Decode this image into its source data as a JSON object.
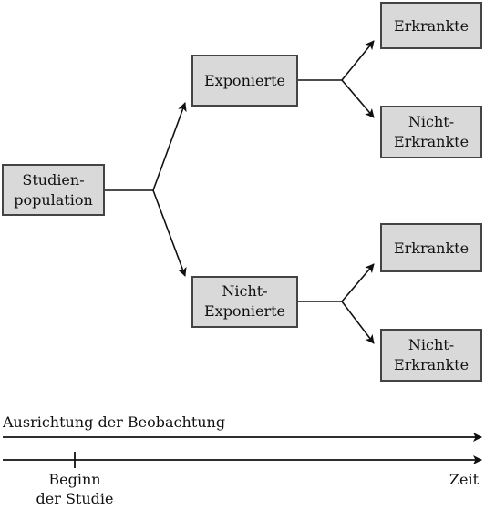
{
  "nodes": {
    "study_population": {
      "lines": [
        "Studien-",
        "population"
      ]
    },
    "exposed": {
      "lines": [
        "Exponierte"
      ]
    },
    "unexposed": {
      "lines": [
        "Nicht-",
        "Exponierte"
      ]
    },
    "exposed_diseased": {
      "lines": [
        "Erkrankte"
      ]
    },
    "exposed_not_diseased": {
      "lines": [
        "Nicht-",
        "Erkrankte"
      ]
    },
    "unexposed_diseased": {
      "lines": [
        "Erkrankte"
      ]
    },
    "unexposed_not_diseased": {
      "lines": [
        "Nicht-",
        "Erkrankte"
      ]
    }
  },
  "observation_direction_label": "Ausrichtung der Beobachtung",
  "timeline": {
    "start_label": [
      "Beginn",
      "der Studie"
    ],
    "end_label": "Zeit"
  },
  "colors": {
    "box_fill": "#d9d9d9",
    "box_stroke": "#444444",
    "line": "#111111",
    "text": "#111111"
  }
}
